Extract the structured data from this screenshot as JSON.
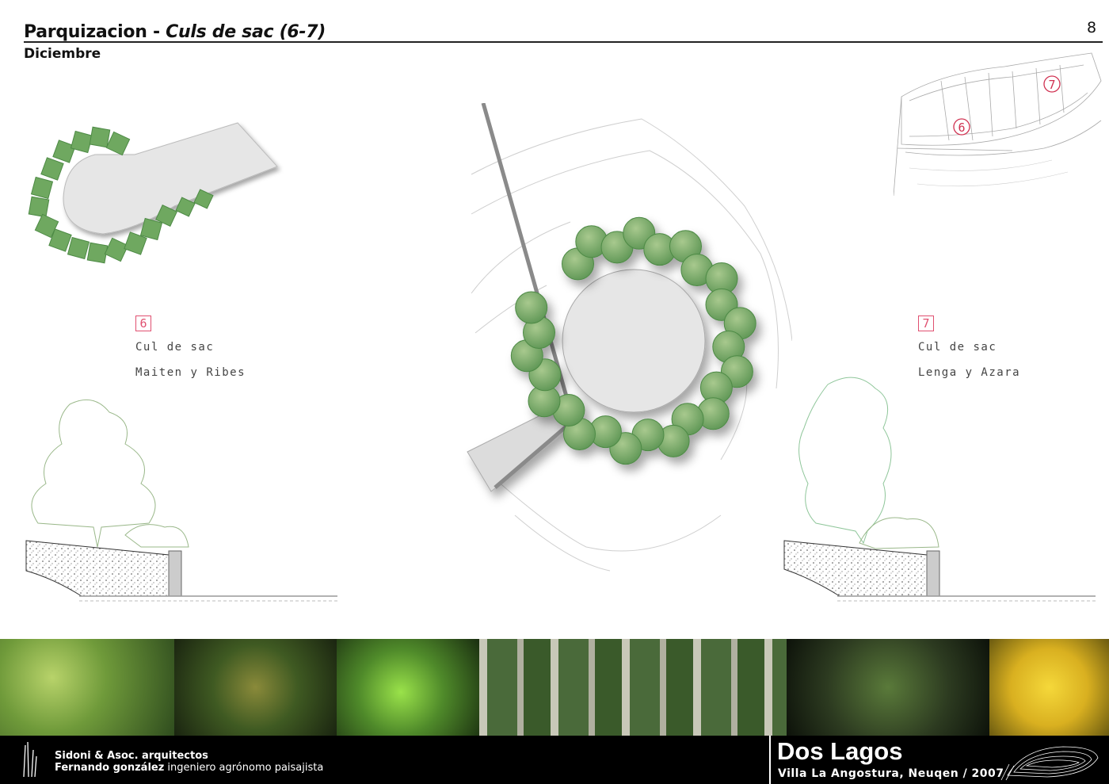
{
  "header": {
    "title_main": "Parquizacion - ",
    "title_italic": "Culs de sac (6-7)",
    "subtitle": "Diciembre",
    "page_number": "8"
  },
  "left_panel": {
    "number": "6",
    "line1": "Cul de sac",
    "line2": "Maiten y Ribes"
  },
  "right_panel": {
    "number": "7",
    "line1": "Cul de sac",
    "line2": "Lenga y Azara"
  },
  "key_plan": {
    "marker_a": "6",
    "marker_b": "7"
  },
  "photos": [
    {
      "name": "photo-maiten-tree",
      "color": "#6f9a3a"
    },
    {
      "name": "photo-ribes-flowers",
      "color": "#3f5a22"
    },
    {
      "name": "photo-ribes-leaf",
      "color": "#4f8a2a"
    },
    {
      "name": "photo-lenga-forest",
      "color": "#8a9a7a"
    },
    {
      "name": "photo-azara-berries",
      "color": "#2c3a20"
    },
    {
      "name": "photo-azara-flowers",
      "color": "#d9b020"
    }
  ],
  "footer": {
    "firm": "Sidoni & Asoc. arquitectos",
    "person": "Fernando gonzález",
    "role": " ingeniero agrónomo paisajista",
    "project": "Dos Lagos",
    "location": "Villa La Angostura, Neuqen / 2007"
  },
  "colors": {
    "tree_green": "#7fae6a",
    "tree_dark": "#4d8a45",
    "marker_red": "#e05070",
    "pavement": "#e6e6e6"
  }
}
